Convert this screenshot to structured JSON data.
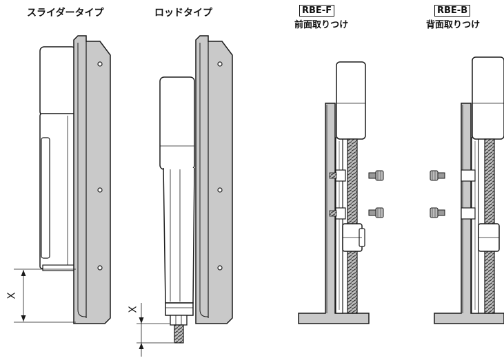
{
  "titles": {
    "slider_type": "スライダータイプ",
    "rod_type": "ロッドタイプ"
  },
  "mount_front": {
    "code": "RBE-F",
    "caption": "前面取りつけ"
  },
  "mount_back": {
    "code": "RBE-B",
    "caption": "背面取りつけ"
  },
  "dimensions": {
    "slider_x": "X",
    "rod_x": "X"
  },
  "colors": {
    "bracket": "#c9c9c9",
    "outline": "#1a1a1a",
    "body": "#ffffff",
    "screw": "#9a9a9a"
  }
}
